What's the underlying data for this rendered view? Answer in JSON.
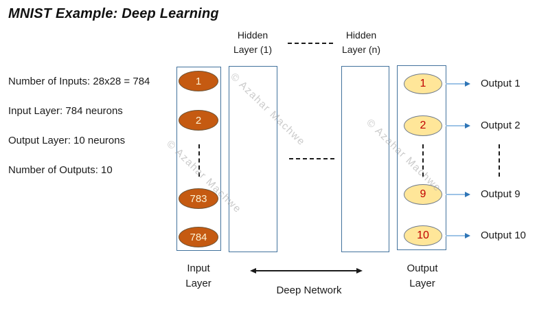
{
  "title": "MNIST Example: Deep Learning",
  "info_lines": [
    "Number of Inputs: 28x28 = 784",
    "Input Layer: 784 neurons",
    "Output Layer: 10 neurons",
    "Number of Outputs: 10"
  ],
  "hidden_layer_1": {
    "line1": "Hidden",
    "line2": "Layer (1)"
  },
  "hidden_layer_n": {
    "line1": "Hidden",
    "line2": "Layer (n)"
  },
  "input_layer": {
    "neurons": [
      "1",
      "2",
      "783",
      "784"
    ],
    "label_line1": "Input",
    "label_line2": "Layer"
  },
  "output_layer": {
    "neurons": [
      "1",
      "2",
      "9",
      "10"
    ],
    "label_line1": "Output",
    "label_line2": "Layer",
    "output_labels": [
      "Output 1",
      "Output 2",
      "Output 9",
      "Output 10"
    ]
  },
  "deep_network_label": "Deep Network",
  "watermark": "© Azahar Machwe",
  "colors": {
    "input_neuron_fill": "#c55a11",
    "input_neuron_text": "#fdf3d4",
    "output_neuron_fill": "#ffe699",
    "output_neuron_text": "#c00000",
    "box_border": "#41719c",
    "arrow_line": "#9dc3e6",
    "arrow_head": "#2e75b6",
    "dash_color": "#1a1a1a",
    "watermark_color": "#9e9e9e"
  }
}
